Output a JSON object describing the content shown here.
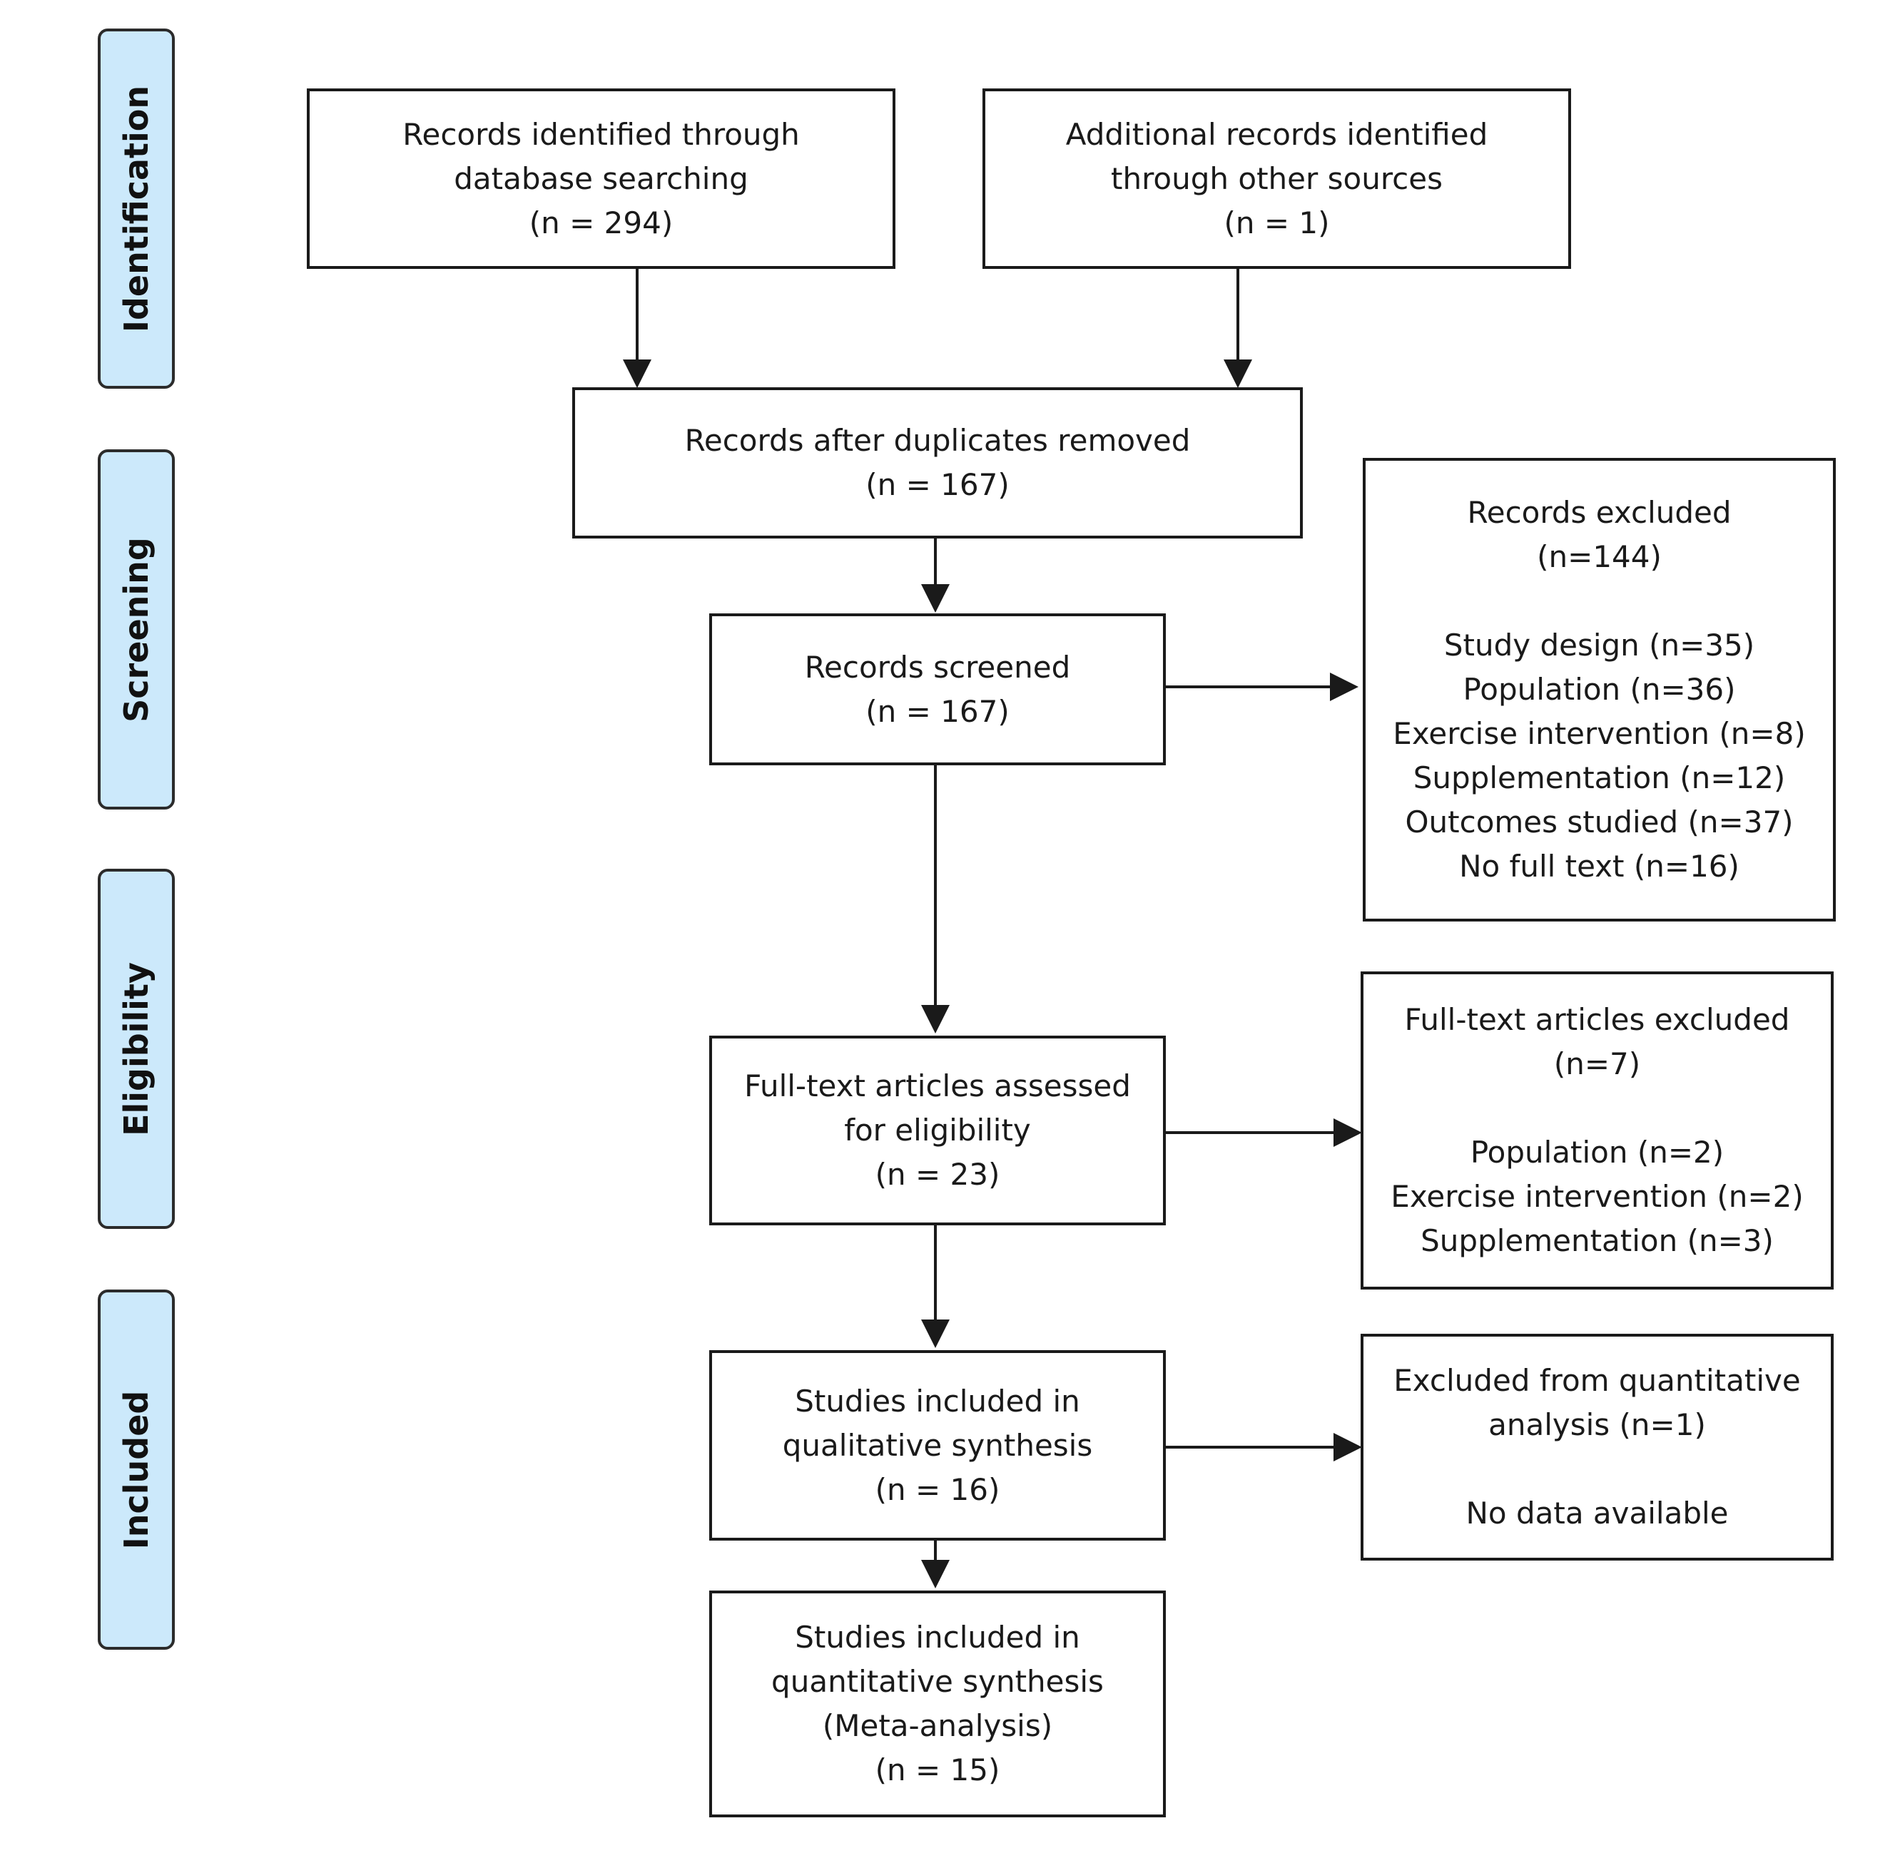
{
  "stages": {
    "identification": "Identification",
    "screening": "Screening",
    "eligibility": "Eligibility",
    "included": "Included"
  },
  "boxes": {
    "database_records": {
      "lines": [
        "Records identified through",
        "database searching",
        "(n = 294)"
      ]
    },
    "other_sources": {
      "lines": [
        "Additional records identified",
        "through other sources",
        "(n = 1)"
      ]
    },
    "duplicates_removed": {
      "lines": [
        "Records after duplicates removed",
        "(n = 167)"
      ]
    },
    "records_screened": {
      "lines": [
        "Records screened",
        "(n = 167)"
      ]
    },
    "records_excluded": {
      "heading": [
        "Records excluded",
        "(n=144)"
      ],
      "reasons": [
        "Study design (n=35)",
        "Population (n=36)",
        "Exercise intervention (n=8)",
        "Supplementation (n=12)",
        "Outcomes studied (n=37)",
        "No full text (n=16)"
      ]
    },
    "fulltext_assessed": {
      "lines": [
        "Full-text articles assessed",
        "for eligibility",
        "(n = 23)"
      ]
    },
    "fulltext_excluded": {
      "heading": [
        "Full-text articles excluded",
        "(n=7)"
      ],
      "reasons": [
        "Population (n=2)",
        "Exercise intervention (n=2)",
        "Supplementation (n=3)"
      ]
    },
    "qualitative": {
      "lines": [
        "Studies included in",
        "qualitative synthesis",
        "(n = 16)"
      ]
    },
    "excluded_quantitative": {
      "heading": [
        "Excluded from quantitative",
        "analysis (n=1)"
      ],
      "reasons": [
        "No data available"
      ]
    },
    "quantitative": {
      "lines": [
        "Studies included in",
        "quantitative synthesis",
        "(Meta-analysis)",
        "(n = 15)"
      ]
    }
  }
}
